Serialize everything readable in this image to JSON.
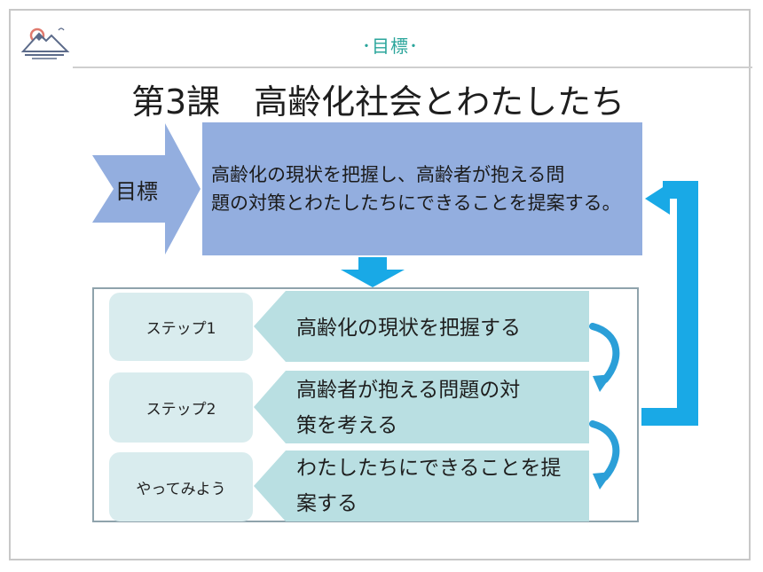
{
  "header": {
    "label": "･目標･"
  },
  "lesson": {
    "title": "第3課　高齢化社会とわたしたち"
  },
  "goal": {
    "label": "目標",
    "lines": [
      "高齢化の現状を把握し、高齢者が抱える問",
      "題の対策とわたしたちにできることを提案する。"
    ]
  },
  "steps": [
    {
      "tab": "ステップ1",
      "lines": [
        "高齢化の現状を把握する"
      ]
    },
    {
      "tab": "ステップ2",
      "lines": [
        "高齢者が抱える問題の対",
        "策を考える"
      ]
    },
    {
      "tab": "やってみよう",
      "lines": [
        "わたしたちにできることを提",
        "案する"
      ]
    }
  ],
  "colors": {
    "accent_teal": "#2aa59b",
    "goal_blue": "#93aedf",
    "step_bar": "#b9dfe2",
    "step_tab": "#d9ecee",
    "arrow_blue": "#19a9e6"
  }
}
